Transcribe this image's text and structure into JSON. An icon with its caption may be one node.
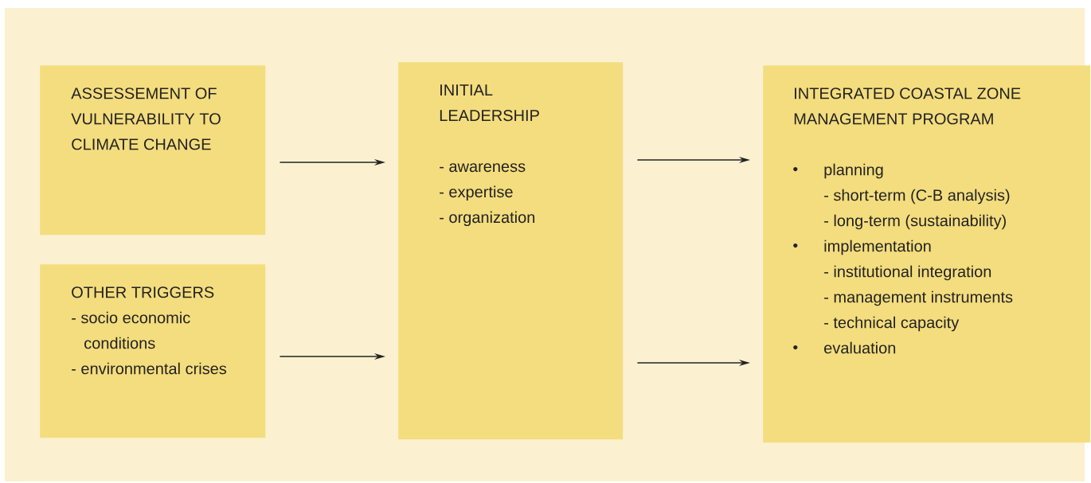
{
  "diagram": {
    "nodes": [
      {
        "text": [
          "ASSESSEMENT OF VULNERABILITY TO CLIMATE CHANGE"
        ]
      },
      {
        "text": [
          "OTHER TRIGGERS",
          "- socio economic conditions",
          "- environmental crises"
        ]
      },
      {
        "text": [
          "INITIAL LEADERSHIP",
          "- awareness",
          "- expertise",
          "- organization"
        ]
      },
      {
        "text": [
          "INTEGRATED COASTAL ZONE MANAGEMENT PROGRAM",
          "planning",
          "- short-term (C-B analysis)",
          "- long-term (sustainability)",
          "implementation",
          "- institutional integration",
          "- management instruments",
          "- technical capacity",
          "evaluation"
        ]
      }
    ],
    "edges": [
      {
        "from": 0,
        "to": 2,
        "arrow": "to"
      },
      {
        "from": 1,
        "to": 2,
        "arrow": "to"
      },
      {
        "from": 2,
        "to": 3,
        "arrow": "to"
      },
      {
        "from": 2,
        "to": 3,
        "arrow": "to"
      }
    ]
  }
}
